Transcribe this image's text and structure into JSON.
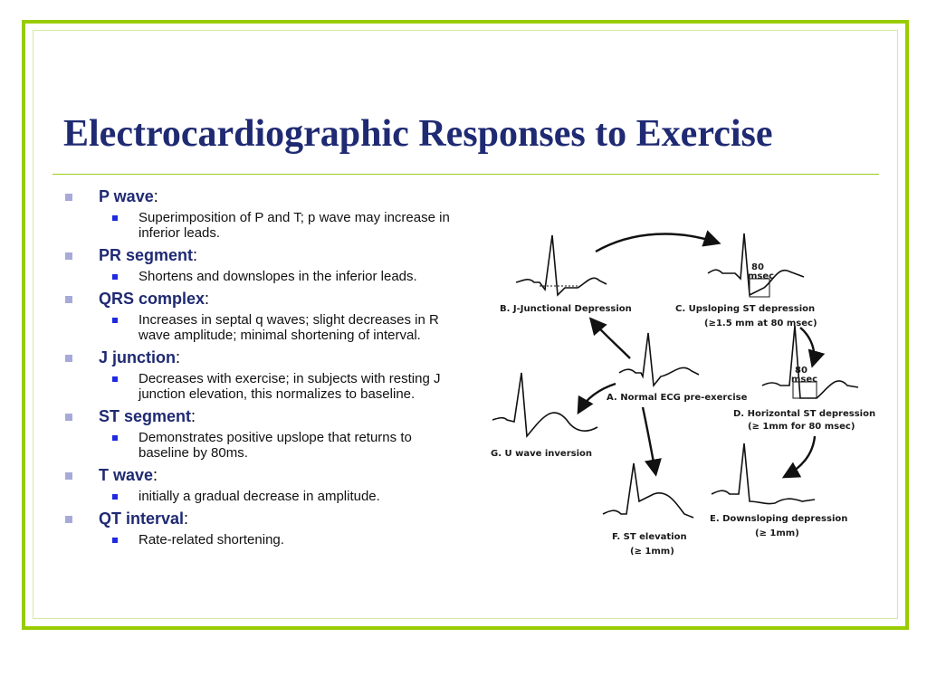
{
  "slide": {
    "title": "Electrocardiographic Responses to Exercise",
    "items": [
      {
        "head": "P wave",
        "colon": ":",
        "sub": "Superimposition of P and T; p wave may increase in inferior leads."
      },
      {
        "head": "PR segment",
        "colon": ":",
        "sub": "Shortens and downslopes in the inferior leads."
      },
      {
        "head": "QRS complex",
        "colon": ":",
        "sub": "Increases in septal q waves; slight decreases in R wave amplitude; minimal shortening of interval."
      },
      {
        "head": "J junction",
        "colon": ":",
        "sub": "Decreases with exercise; in subjects with resting J junction elevation, this normalizes to baseline."
      },
      {
        "head": "ST segment",
        "colon": ":",
        "sub": "Demonstrates positive upslope that returns to baseline by 80ms."
      },
      {
        "head": "T wave",
        "colon": ":",
        "sub": "initially a gradual decrease in amplitude."
      },
      {
        "head": "QT interval",
        "colon": ":",
        "sub": "Rate-related shortening."
      }
    ]
  },
  "diagram": {
    "labels": {
      "a": "A. Normal ECG pre-exercise",
      "b": "B. J-Junctional Depression",
      "c1": "C. Upsloping ST depression",
      "c2": "(≥1.5 mm at 80 msec)",
      "d1": "D. Horizontal ST depression",
      "d2": "(≥ 1mm for 80 msec)",
      "e1": "E. Downsloping depression",
      "e2": "(≥ 1mm)",
      "f1": "F. ST elevation",
      "f2": "(≥ 1mm)",
      "g": "G. U wave inversion",
      "msec_c1": "80",
      "msec_c2": "msec",
      "msec_d1": "80",
      "msec_d2": "msec"
    }
  },
  "colors": {
    "accent": "#99cc00",
    "title": "#1f2a73",
    "bullet": "#a7aad8"
  }
}
